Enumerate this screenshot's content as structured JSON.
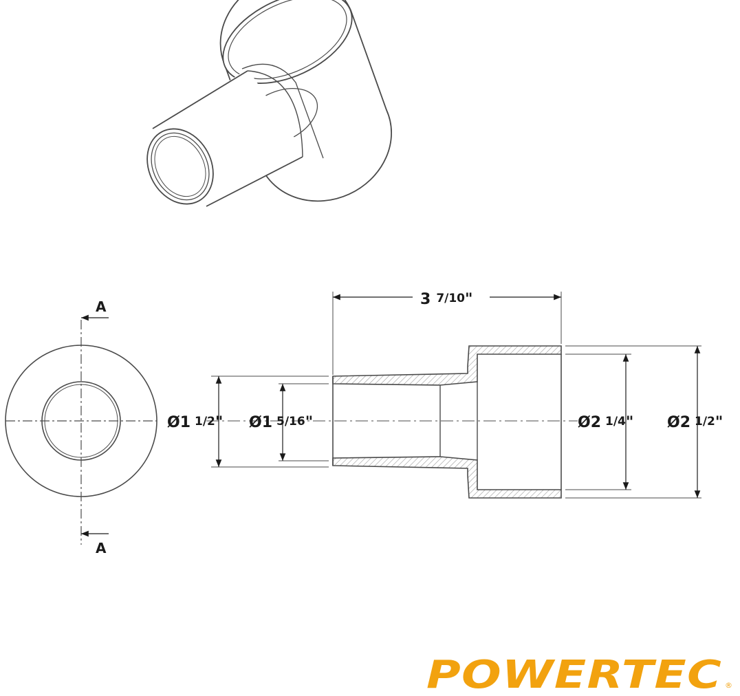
{
  "section_labels": {
    "top": "A",
    "bottom": "A"
  },
  "dimensions": {
    "length": {
      "whole": "3",
      "frac": "7/10",
      "unit": "\""
    },
    "small_outer_dia": {
      "sym": "Ø1",
      "frac": "1/2",
      "unit": "\""
    },
    "small_inner_dia": {
      "sym": "Ø1",
      "frac": "5/16",
      "unit": "\""
    },
    "large_inner_dia": {
      "sym": "Ø2",
      "frac": "1/4",
      "unit": "\""
    },
    "large_outer_dia": {
      "sym": "Ø2",
      "frac": "1/2",
      "unit": "\""
    }
  },
  "brand": {
    "name": "POWERTEC",
    "mark": "®"
  },
  "colors": {
    "line": "#4a4a4a",
    "text": "#1a1a1a",
    "brand": "#f2a20f",
    "hatch": "#9a9a9a"
  }
}
